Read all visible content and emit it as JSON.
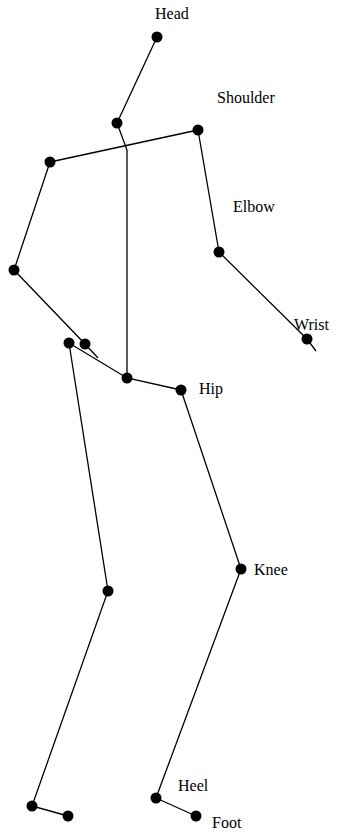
{
  "diagram": {
    "labels": [
      "Head",
      "Shoulder",
      "Elbow",
      "Wrist",
      "Hip",
      "Knee",
      "Heel",
      "Foot"
    ]
  }
}
